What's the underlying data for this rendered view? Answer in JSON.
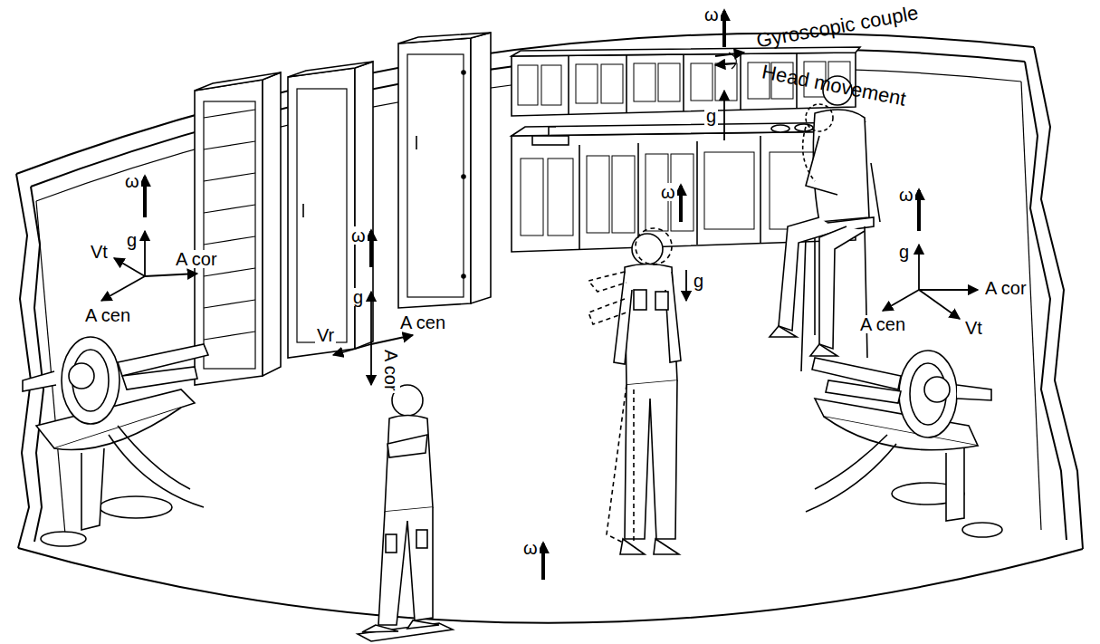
{
  "diagram": {
    "labels": [
      "ω",
      "Gyroscopic couple",
      "Head movement",
      "g",
      "ω",
      "g",
      "Vt",
      "A cor",
      "A cen",
      "ω",
      "g",
      "Vr",
      "A cen",
      "A cor",
      "ω",
      "g",
      "ω",
      "g",
      "A cor",
      "A cen",
      "Vt",
      "ω"
    ]
  }
}
